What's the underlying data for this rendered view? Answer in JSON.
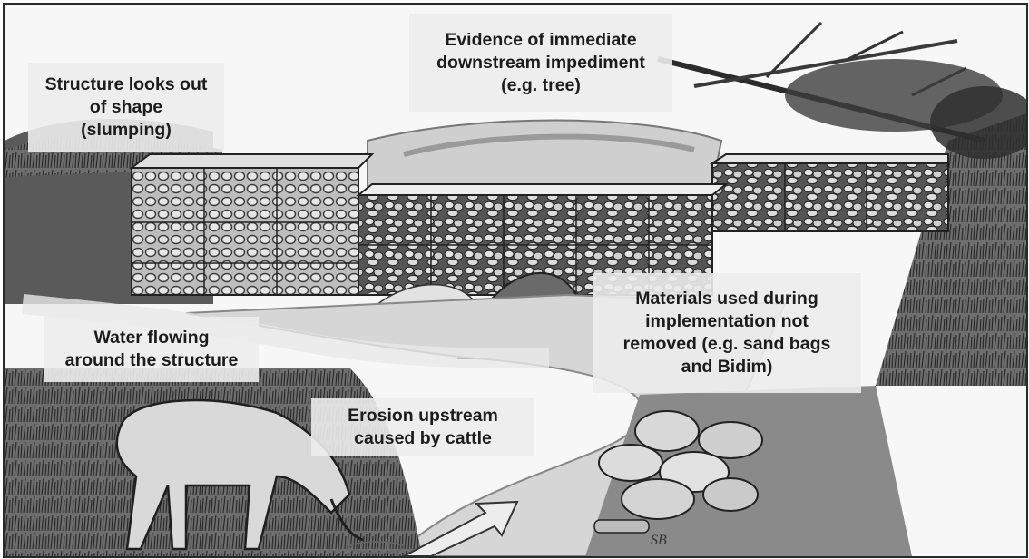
{
  "callouts": {
    "slumping": [
      "Structure looks out",
      "of shape",
      "(slumping)"
    ],
    "impediment": [
      "Evidence of immediate",
      "downstream impediment",
      "(e.g. tree)"
    ],
    "water_flow": [
      "Water flowing",
      "around the structure"
    ],
    "erosion": [
      "Erosion upstream",
      "caused by cattle"
    ],
    "materials": [
      "Materials used during",
      "implementation not",
      "removed (e.g. sand bags",
      "and Bidim)"
    ]
  },
  "signature": "SB",
  "colors": {
    "frame": "#2a2a2a",
    "callout_bg": "#ececec",
    "text": "#1c1c1c"
  }
}
